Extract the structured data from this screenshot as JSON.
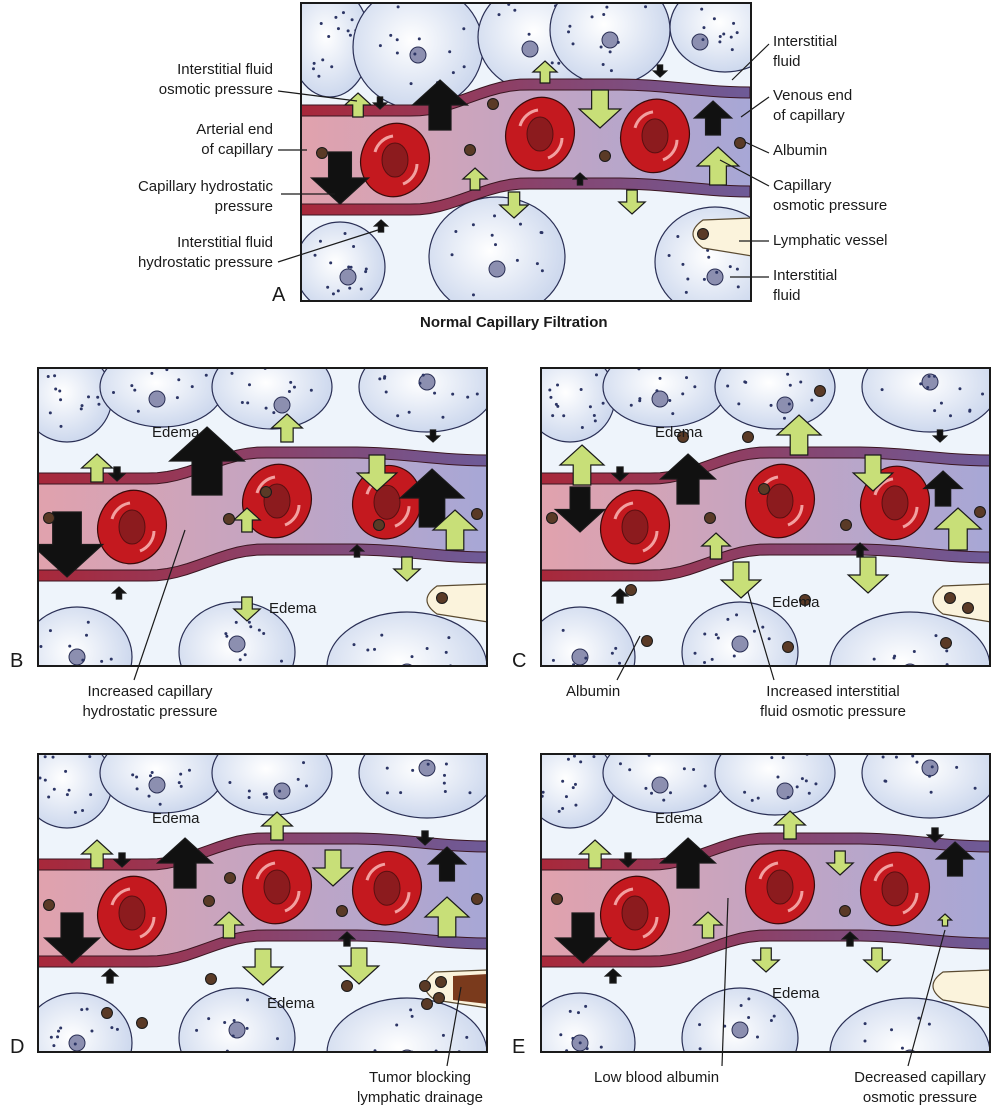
{
  "figure": {
    "title": "Normal Capillary Filtration",
    "colors": {
      "interstitial_bg": "#eef4fb",
      "cell_fill": "#c9d5ec",
      "cell_nucleus": "#8c8fb0",
      "cell_dot": "#2c3565",
      "vessel_wall_arterial": "#a8283a",
      "vessel_wall_venous": "#6e5b98",
      "lumen_arterial": "#e1a2ad",
      "lumen_venous": "#a7a7d6",
      "rbc": "#c4191f",
      "rbc_center": "#8c1b1e",
      "hydrostatic_arrow": "#111111",
      "osmotic_arrow": "#c8df78",
      "albumin": "#5a3a26",
      "lymphatic": "#fbf3dc",
      "tumor": "#7a3a1c"
    }
  },
  "panels": [
    {
      "letter": "A",
      "caption": "Normal Capillary Filtration",
      "labels_left": [
        {
          "text": "Interstitial fluid\nosmotic pressure"
        },
        {
          "text": "Arterial end\nof capillary"
        },
        {
          "text": "Capillary hydrostatic\npressure"
        },
        {
          "text": "Interstitial fluid\nhydrostatic pressure"
        }
      ],
      "labels_right": [
        {
          "text": "Interstitial\nfluid"
        },
        {
          "text": "Venous end\nof capillary"
        },
        {
          "text": "Albumin"
        },
        {
          "text": "Capillary\nosmotic pressure"
        },
        {
          "text": "Lymphatic vessel"
        },
        {
          "text": "Interstitial\nfluid"
        }
      ],
      "edema_labels": [],
      "condition": "normal"
    },
    {
      "letter": "B",
      "edema_labels": [
        "Edema",
        "Edema"
      ],
      "annotations": [
        "Increased capillary\nhydrostatic pressure"
      ],
      "condition": "increased_capillary_hydrostatic_pressure"
    },
    {
      "letter": "C",
      "edema_labels": [
        "Edema",
        "Edema"
      ],
      "annotations": [
        "Albumin",
        "Increased interstitial\nfluid osmotic pressure"
      ],
      "condition": "increased_interstitial_fluid_osmotic_pressure"
    },
    {
      "letter": "D",
      "edema_labels": [
        "Edema",
        "Edema"
      ],
      "annotations": [
        "Tumor blocking\nlymphatic drainage"
      ],
      "condition": "lymphatic_obstruction"
    },
    {
      "letter": "E",
      "edema_labels": [
        "Edema",
        "Edema"
      ],
      "annotations": [
        "Low blood albumin",
        "Decreased capillary\nosmotic pressure"
      ],
      "condition": "low_blood_albumin"
    }
  ]
}
